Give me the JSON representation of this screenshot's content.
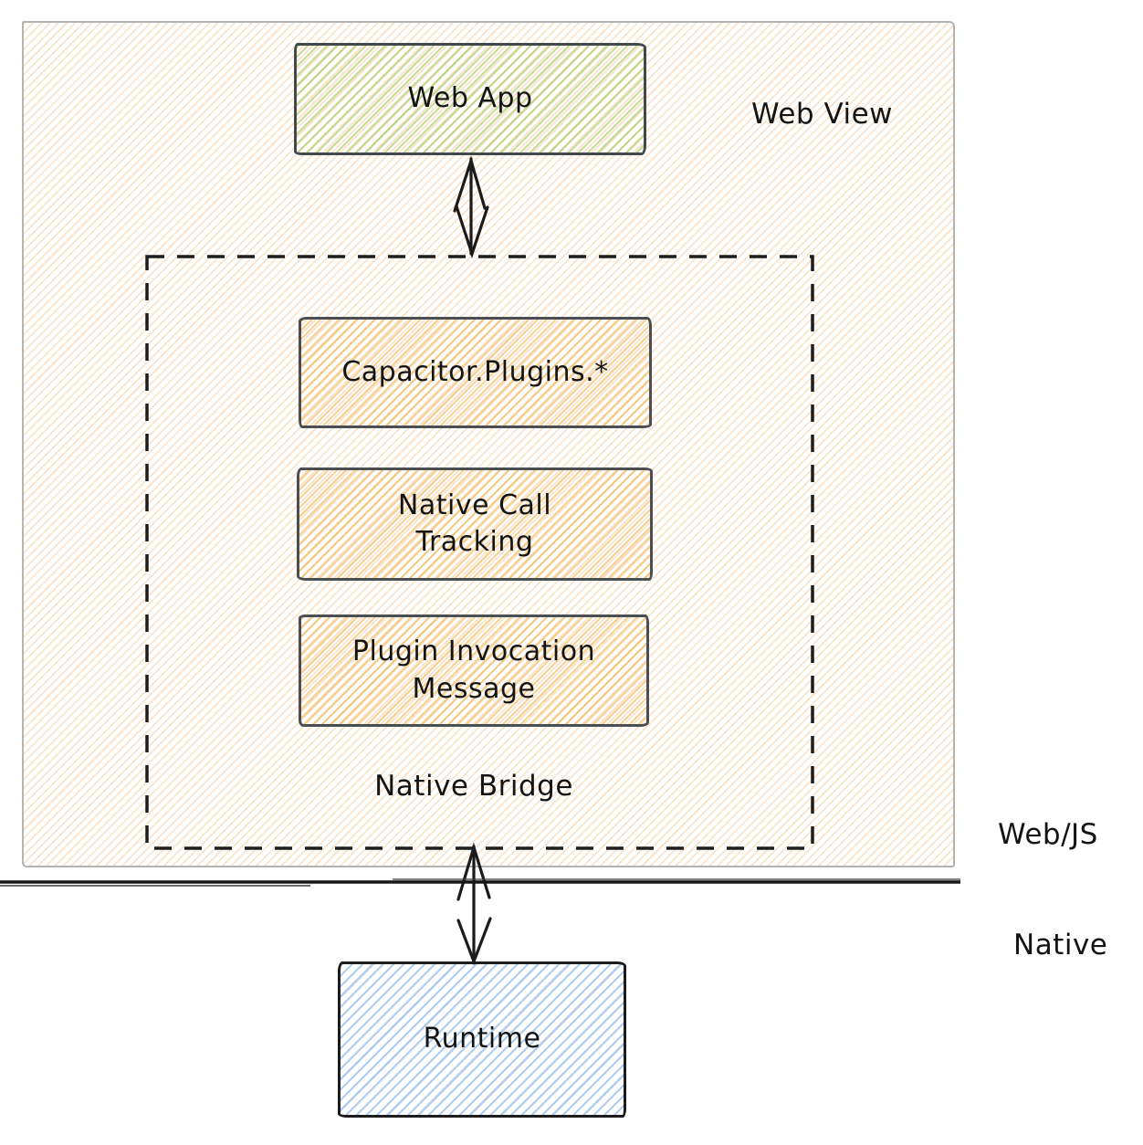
{
  "diagram": {
    "regions": {
      "web_view": {
        "label": "Web View"
      },
      "native_bridge": {
        "label": "Native Bridge"
      }
    },
    "layer_labels": {
      "web_js": "Web/JS",
      "native": "Native"
    },
    "nodes": {
      "web_app": {
        "label": "Web App",
        "fill": "#a3c95c"
      },
      "capacitor_plugins": {
        "label": "Capacitor.Plugins.*",
        "fill": "#f1b550"
      },
      "native_call_tracking": {
        "label": "Native Call Tracking",
        "fill": "#f1b550"
      },
      "plugin_invocation_message": {
        "label": "Plugin Invocation Message",
        "fill": "#f1b550"
      },
      "runtime": {
        "label": "Runtime",
        "fill": "#7aace2"
      }
    },
    "colors": {
      "web_view_hatch": "#f7c69c",
      "green_hatch": "#a3c95c",
      "orange_hatch": "#f1b550",
      "blue_hatch": "#7aace2",
      "stroke_dark": "#1c1c1c",
      "region_border": "#b4b4b4"
    }
  }
}
